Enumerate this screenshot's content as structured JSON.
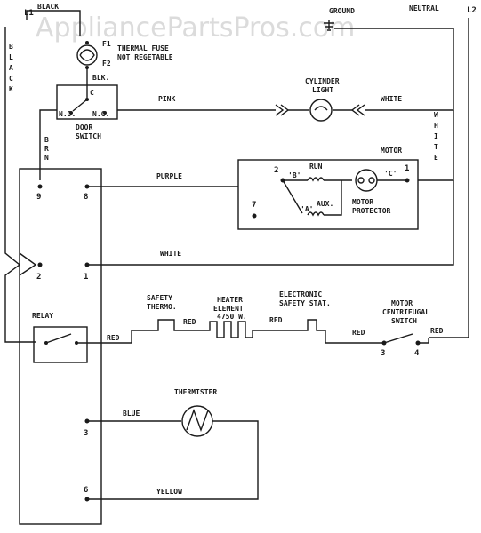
{
  "watermark": "AppliancePartsPros.com",
  "rails": {
    "l1": "L1",
    "l2": "L2",
    "ground": "GROUND",
    "neutral": "NEUTRAL",
    "black_top": "BLACK",
    "black_side": [
      "B",
      "L",
      "A",
      "C",
      "K"
    ]
  },
  "fuse": {
    "f1": "F1",
    "f2": "F2",
    "desc1": "THERMAL FUSE",
    "desc2": "NOT REGETABLE"
  },
  "door_switch": {
    "wire": "BLK.",
    "c": "C",
    "no": "N.O.",
    "nc": "N.C.",
    "label1": "DOOR",
    "label2": "SWITCH"
  },
  "brn": [
    "B",
    "R",
    "N"
  ],
  "wires": {
    "pink": "PINK",
    "white1": "WHITE",
    "purple": "PURPLE",
    "white2": "WHITE",
    "white_vert": [
      "W",
      "H",
      "I",
      "T",
      "E"
    ]
  },
  "cylinder_light": {
    "line1": "CYLINDER",
    "line2": "LIGHT"
  },
  "motor": {
    "title": "MOTOR",
    "t1": "1",
    "t2": "2",
    "t7": "7",
    "b": "'B'",
    "a": "'A'",
    "c": "'C'",
    "run": "RUN",
    "aux": "AUX.",
    "prot1": "MOTOR",
    "prot2": "PROTECTOR"
  },
  "timer_terminals": {
    "t9": "9",
    "t8": "8",
    "t2": "2",
    "t1": "1",
    "t3": "3",
    "t6": "6"
  },
  "relay": {
    "label": "RELAY",
    "wire": "RED"
  },
  "heater_circuit": {
    "safety1": "SAFETY",
    "safety2": "THERMO.",
    "heater1": "HEATER",
    "heater2": "ELEMENT",
    "heater3": "4750 W.",
    "es1": "ELECTRONIC",
    "es2": "SAFETY STAT.",
    "mc1": "MOTOR",
    "mc2": "CENTRIFUGAL",
    "mc3": "SWITCH",
    "red": "RED",
    "t3": "3",
    "t4": "4"
  },
  "thermister": {
    "label": "THERMISTER",
    "blue": "BLUE",
    "yellow": "YELLOW"
  }
}
